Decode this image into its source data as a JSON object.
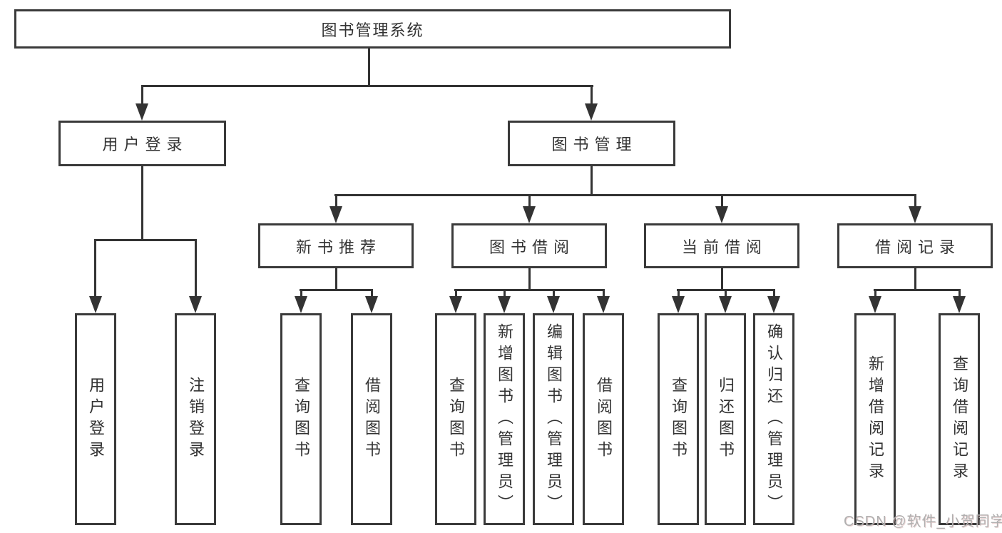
{
  "diagram": {
    "title": "图书管理系统",
    "root": {
      "label": "图书管理系统"
    },
    "level2": [
      {
        "label": "用户登录",
        "parent": "图书管理系统"
      },
      {
        "label": "图书管理",
        "parent": "图书管理系统"
      }
    ],
    "level3": [
      {
        "label": "新书推荐",
        "parent": "图书管理"
      },
      {
        "label": "图书借阅",
        "parent": "图书管理"
      },
      {
        "label": "当前借阅",
        "parent": "图书管理"
      },
      {
        "label": "借阅记录",
        "parent": "图书管理"
      }
    ],
    "leaves": [
      {
        "label": "用户登录",
        "parent": "用户登录"
      },
      {
        "label": "注销登录",
        "parent": "用户登录"
      },
      {
        "label": "查询图书",
        "parent": "新书推荐"
      },
      {
        "label": "借阅图书",
        "parent": "新书推荐"
      },
      {
        "label": "查询图书",
        "parent": "图书借阅"
      },
      {
        "label": "新增图书（管理员）",
        "parent": "图书借阅"
      },
      {
        "label": "编辑图书（管理员）",
        "parent": "图书借阅"
      },
      {
        "label": "借阅图书",
        "parent": "图书借阅"
      },
      {
        "label": "查询图书",
        "parent": "当前借阅"
      },
      {
        "label": "归还图书",
        "parent": "当前借阅"
      },
      {
        "label": "确认归还（管理员）",
        "parent": "当前借阅"
      },
      {
        "label": "新增借阅记录",
        "parent": "借阅记录"
      },
      {
        "label": "查询借阅记录",
        "parent": "借阅记录"
      }
    ]
  },
  "watermark": {
    "text": "CSDN @软件_小贺同学"
  },
  "colors": {
    "line": "#333333",
    "border": "#3a3a3a",
    "text": "#333333",
    "background": "#ffffff",
    "watermark": "#b0b0b0"
  }
}
